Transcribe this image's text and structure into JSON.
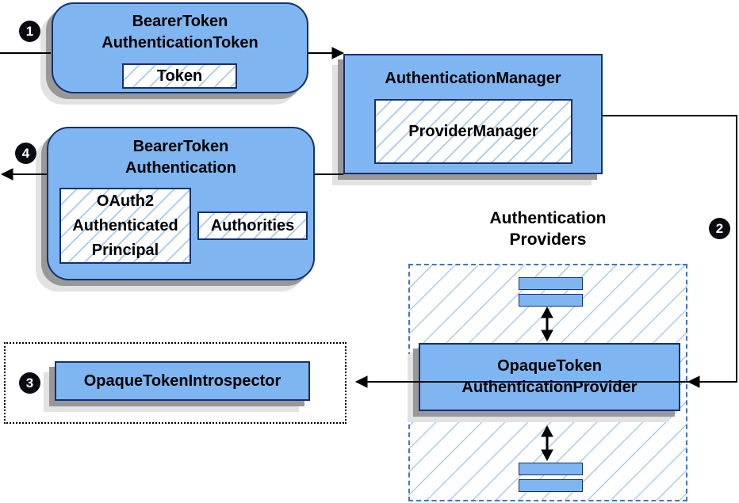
{
  "diagram": {
    "step_badges": {
      "one": "1",
      "two": "2",
      "three": "3",
      "four": "4"
    },
    "bearer_token_authentication_token": {
      "title": "BearerToken\nAuthenticationToken",
      "token_label": "Token"
    },
    "authentication_manager": {
      "title": "AuthenticationManager",
      "provider_manager_label": "ProviderManager"
    },
    "bearer_token_authentication": {
      "title": "BearerToken\nAuthentication",
      "principal_label": "OAuth2\nAuthenticated\nPrincipal",
      "authorities_label": "Authorities"
    },
    "authentication_providers": {
      "heading": "Authentication\nProviders",
      "provider_label": "OpaqueToken\nAuthenticationProvider"
    },
    "opaque_token_introspector": {
      "label": "OpaqueTokenIntrospector"
    },
    "colors": {
      "node_fill": "#7fb6f2",
      "node_border": "#16306e",
      "hatch_line": "#a9cbee",
      "dashed_border": "#4472c4",
      "shadow_dark": "#989898",
      "shadow_light": "#e2e2e2",
      "arrow": "#000000",
      "badge_bg": "#0a0a12"
    }
  }
}
